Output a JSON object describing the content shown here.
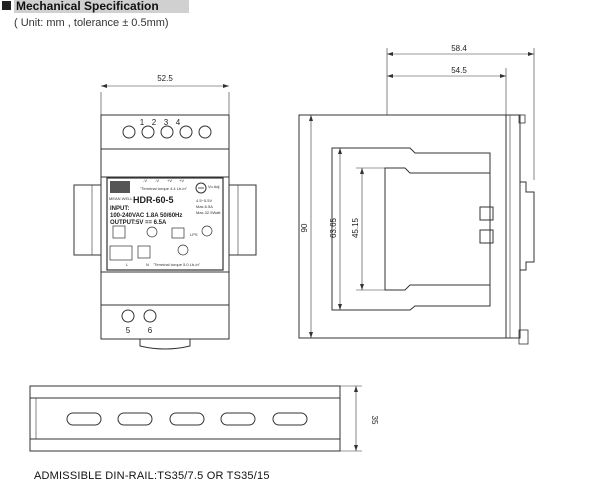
{
  "header": {
    "title": "Mechanical Specification",
    "unit_note": "( Unit: mm , tolerance ± 0.5mm)"
  },
  "front_view": {
    "width_dim": "52.5",
    "top_terminals": [
      "1",
      "2",
      "3",
      "4"
    ],
    "bottom_terminals": [
      "5",
      "6"
    ],
    "label": {
      "brand": "MEAN WELL",
      "model": "HDR-60-5",
      "input": "INPUT:",
      "input_spec": "100-240VAC 1.8A 50/60Hz",
      "output_spec": "OUTPUT:5V == 6.5A",
      "torque_top": "\"Terminal torque 4.4 Lb-in\"",
      "torque_bottom": "\"Terminal torque 5.0 Lb-in\"",
      "adj_label": "Vo\nAdj.",
      "voltage_range": "4.5~5.5V",
      "max_current": "Max.6.5A",
      "max_power": "Max.32.5Watt",
      "top_terminal_signs": [
        "-V",
        "-V",
        "+V",
        "+V"
      ],
      "bottom_terminal_signs": [
        "L",
        "N"
      ],
      "lps": "LPS"
    }
  },
  "side_view": {
    "dim_overall_width": "58.4",
    "dim_inner_width": "54.5",
    "dim_height": "90",
    "dim_mid_height": "63.65",
    "dim_inner_height": "45.15"
  },
  "din_rail": {
    "height_dim": "35",
    "caption": "ADMISSIBLE DIN-RAIL:TS35/7.5 OR TS35/15"
  }
}
